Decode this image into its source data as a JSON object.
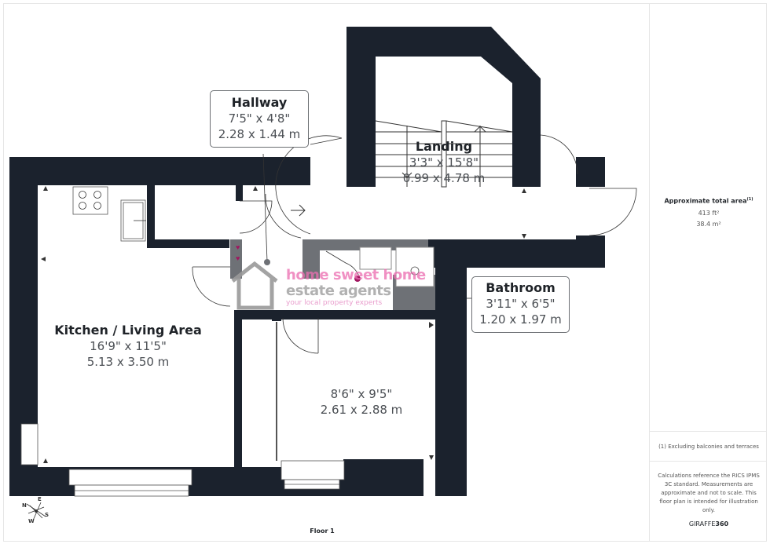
{
  "floor_label": "Floor 1",
  "rooms": {
    "hallway": {
      "name": "Hallway",
      "dim_imperial": "7'5\" x 4'8\"",
      "dim_metric": "2.28 x 1.44 m"
    },
    "landing": {
      "name": "Landing",
      "dim_imperial": "3'3\" x 15'8\"",
      "dim_metric": "0.99 x 4.78 m"
    },
    "bathroom": {
      "name": "Bathroom",
      "dim_imperial": "3'11\" x 6'5\"",
      "dim_metric": "1.20 x 1.97 m"
    },
    "kitchen": {
      "name": "Kitchen / Living Area",
      "dim_imperial": "16'9\" x 11'5\"",
      "dim_metric": "5.13 x 3.50 m"
    },
    "bedroom": {
      "name": "",
      "dim_imperial": "8'6\" x 9'5\"",
      "dim_metric": "2.61 x 2.88 m"
    }
  },
  "side_panel": {
    "total_area_title": "Approximate total area",
    "total_area_superscript": "(1)",
    "area_sqft": "413 ft²",
    "area_sqm": "38.4 m²",
    "footnote": "(1) Excluding balconies and terraces",
    "disclaimer": "Calculations reference the RICS IPMS 3C standard. Measurements are approximate and not to scale. This floor plan is intended for illustration only.",
    "brand_prefix": "GIRAFFE",
    "brand_suffix": "360"
  },
  "compass": {
    "n": "N",
    "e": "E",
    "s": "S",
    "w": "W"
  },
  "watermark": {
    "line1": "home sweet home",
    "line2": "estate agents",
    "line3": "your local property experts"
  },
  "colors": {
    "wall": "#1b222d",
    "grey_wall": "#6e7176",
    "accent_pink": "#ec6fb1",
    "heart": "#a0155f"
  }
}
